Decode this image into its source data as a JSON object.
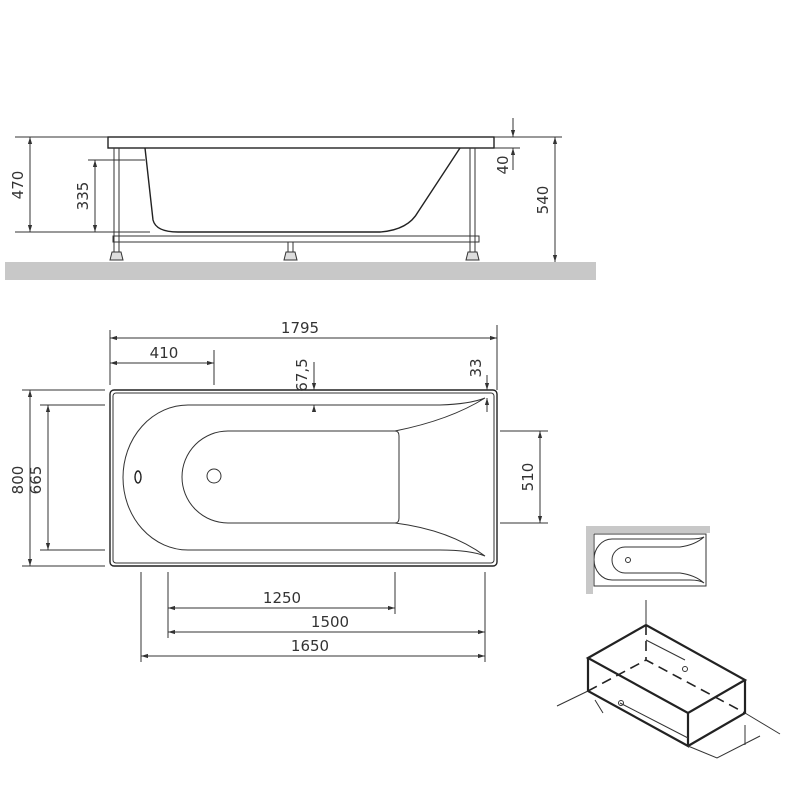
{
  "side_view": {
    "d470": "470",
    "d335": "335",
    "d40": "40",
    "d540": "540"
  },
  "top_view": {
    "d1795": "1795",
    "d410": "410",
    "d67": "67,5",
    "d33": "33",
    "d800": "800",
    "d665": "665",
    "d510": "510",
    "d1250": "1250",
    "d1500": "1500",
    "d1650": "1650"
  },
  "colors": {
    "floor": "#c8c8c8",
    "line": "#333333"
  }
}
